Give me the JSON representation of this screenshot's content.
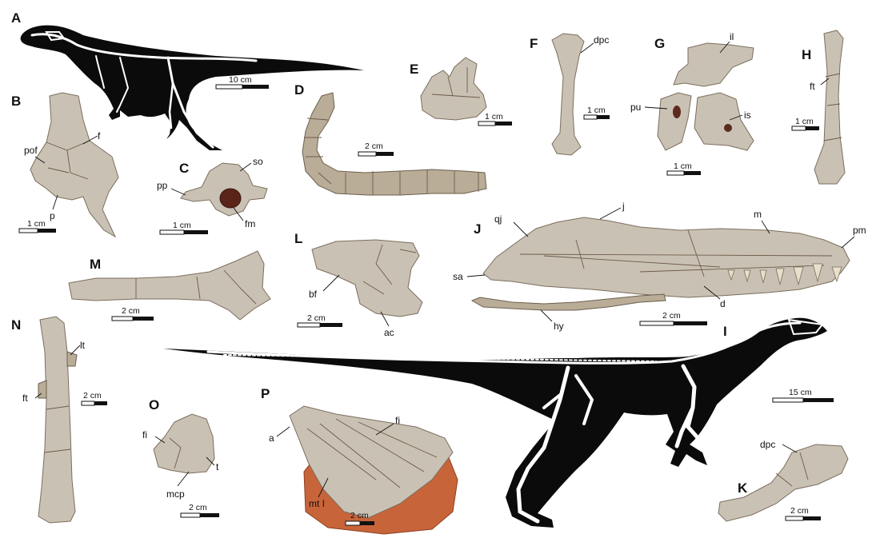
{
  "panels": {
    "A": {
      "label": "A",
      "scale": "10 cm"
    },
    "B": {
      "label": "B",
      "scale": "1 cm",
      "annotations": [
        "pof",
        "f",
        "p"
      ]
    },
    "C": {
      "label": "C",
      "scale": "1 cm",
      "annotations": [
        "so",
        "pp",
        "fm"
      ]
    },
    "D": {
      "label": "D",
      "scale": "2 cm"
    },
    "E": {
      "label": "E",
      "scale": "1 cm"
    },
    "F": {
      "label": "F",
      "scale": "1 cm",
      "annotations": [
        "dpc"
      ]
    },
    "G": {
      "label": "G",
      "scale": "1 cm",
      "annotations": [
        "il",
        "pu",
        "is"
      ]
    },
    "H": {
      "label": "H",
      "scale": "1 cm",
      "annotations": [
        "ft"
      ]
    },
    "I": {
      "label": "I",
      "scale": "15 cm"
    },
    "J": {
      "label": "J",
      "scale": "2 cm",
      "annotations": [
        "qj",
        "j",
        "m",
        "pm",
        "sa",
        "d",
        "hy"
      ]
    },
    "K": {
      "label": "K",
      "scale": "2 cm",
      "annotations": [
        "dpc"
      ]
    },
    "L": {
      "label": "L",
      "scale": "2 cm",
      "annotations": [
        "bf",
        "ac"
      ]
    },
    "M": {
      "label": "M",
      "scale": "2 cm"
    },
    "N": {
      "label": "N",
      "scale": "2 cm",
      "annotations": [
        "lt",
        "ft"
      ]
    },
    "O": {
      "label": "O",
      "scale": "2 cm",
      "annotations": [
        "fi",
        "t",
        "mcp"
      ]
    },
    "P": {
      "label": "P",
      "scale": "2 cm",
      "annotations": [
        "a",
        "fi",
        "mt I"
      ]
    }
  },
  "colors": {
    "silhouette": "#0b0b0b",
    "bone": "#c9c2b4",
    "matrix": "#c8643a"
  }
}
